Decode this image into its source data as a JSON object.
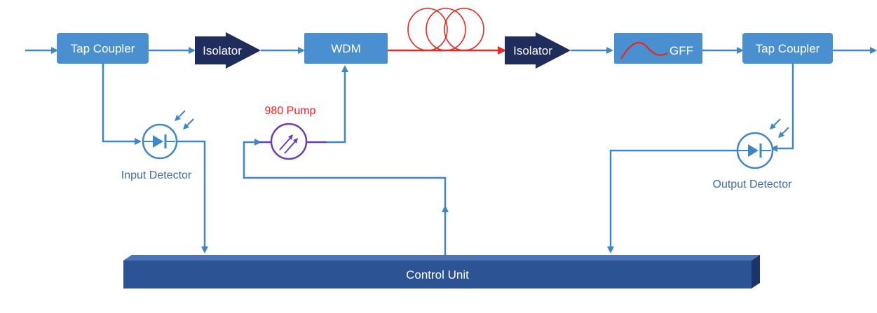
{
  "blocks": {
    "tap_coupler_in": "Tap Coupler",
    "isolator_1": "Isolator",
    "wdm": "WDM",
    "isolator_2": "Isolator",
    "gff": "GFF",
    "tap_coupler_out": "Tap Coupler",
    "control_unit": "Control Unit"
  },
  "labels": {
    "pump": "980 Pump",
    "input_detector": "Input Detector",
    "output_detector": "Output Detector"
  },
  "icons": {
    "detector": "photodiode-icon",
    "pump": "laser-diode-icon",
    "fiber": "fiber-coil-icon",
    "filter": "filter-curve-icon"
  },
  "colors": {
    "block": "#4a8fd0",
    "isolator": "#1e2d5c",
    "control_unit": "#2c5494",
    "signal_line": "#3f86c9",
    "gain_fiber": "#e8281e",
    "pump": "#6a3fb5",
    "pump_label": "#ff1a1a"
  }
}
